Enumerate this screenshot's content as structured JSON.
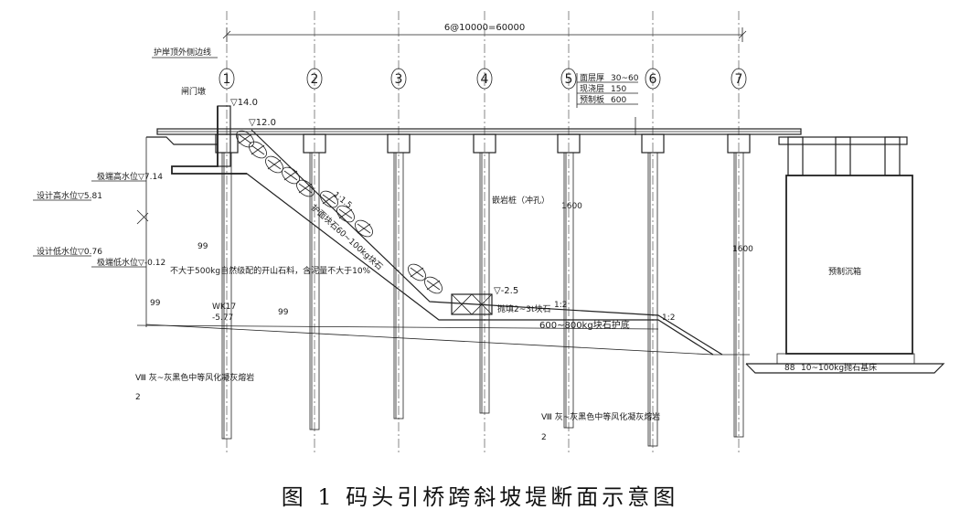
{
  "caption": "图 1  码头引桥跨斜坡堤断面示意图",
  "dimension": "6@10000=60000",
  "axes": [
    "1",
    "2",
    "3",
    "4",
    "5",
    "6",
    "7"
  ],
  "labels": {
    "guard_edge": "护岸顶外侧边线",
    "gate": "闸门墩",
    "elev_top": "▽14.0",
    "elev_deck": "▽12.0",
    "high_water_extreme": "极端高水位▽7.14",
    "design_high": "设计高水位▽5.81",
    "design_low": "设计低水位▽0.76",
    "low_water_extreme": "极端低水位▽-0.12",
    "fill_note": "不大于500kg自然级配的开山石料，含泥量不大于10%",
    "slope_1": "1:1.5",
    "armor": "护面块石60~100kg块石",
    "elev_toe": "▽-2.5",
    "toe_stone": "抛填2~3t块石",
    "toe_protect": "600~800kg块石护底",
    "slope_2": "1:2",
    "slope_3": "1:2",
    "pile_note": "嵌岩桩（冲孔）",
    "dim_1600a": "1600",
    "dim_1600b": "1600",
    "borehole": "WK17",
    "borehole_elev": "-5.77",
    "rock_left": "Ⅷ 灰~灰黑色中等风化凝灰熔岩",
    "rock_left_sub": "2",
    "rock_right": "Ⅷ 灰~灰黑色中等风化凝灰熔岩",
    "rock_right_sub": "2",
    "caisson": "预制沉箱",
    "caisson_base": "10~100kg抛石基床",
    "deck_layers": [
      {
        "name": "面层厚",
        "value": "30~60"
      },
      {
        "name": "现浇层",
        "value": "150"
      },
      {
        "name": "预制板",
        "value": "600"
      }
    ],
    "sym_a": "99",
    "sym_b": "99",
    "sym_c": "99",
    "sym_d": "88"
  }
}
